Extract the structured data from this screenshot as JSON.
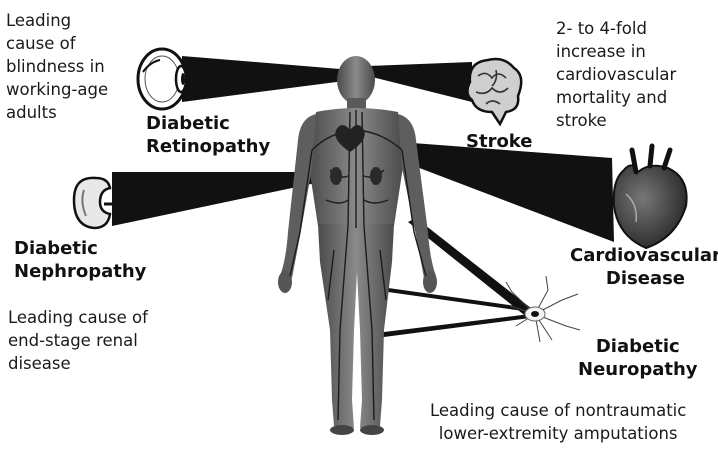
{
  "complications": {
    "retinopathy": {
      "title": "Diabetic\nRetinopathy",
      "description": "Leading\ncause of\nblindness in\nworking-age\nadults"
    },
    "stroke": {
      "title": "Stroke",
      "description": "2- to 4-fold\nincrease in\ncardiovascular\nmortality and\nstroke"
    },
    "nephropathy": {
      "title": "Diabetic\nNephropathy",
      "description": "Leading cause of\nend-stage renal\ndisease"
    },
    "cardiovascular": {
      "title": "Cardiovascular\nDisease"
    },
    "neuropathy": {
      "title": "Diabetic\nNeuropathy",
      "description": "Leading cause of nontraumatic\nlower-extremity amputations"
    }
  },
  "colors": {
    "ink": "#111111",
    "body_fill": "#6b6b6b",
    "vessel": "#1c1c1c",
    "organ_fill": "#888888"
  },
  "icons": [
    "eye-icon",
    "brain-icon",
    "kidney-icon",
    "heart-icon",
    "nerve-cell-icon",
    "human-body-figure"
  ]
}
